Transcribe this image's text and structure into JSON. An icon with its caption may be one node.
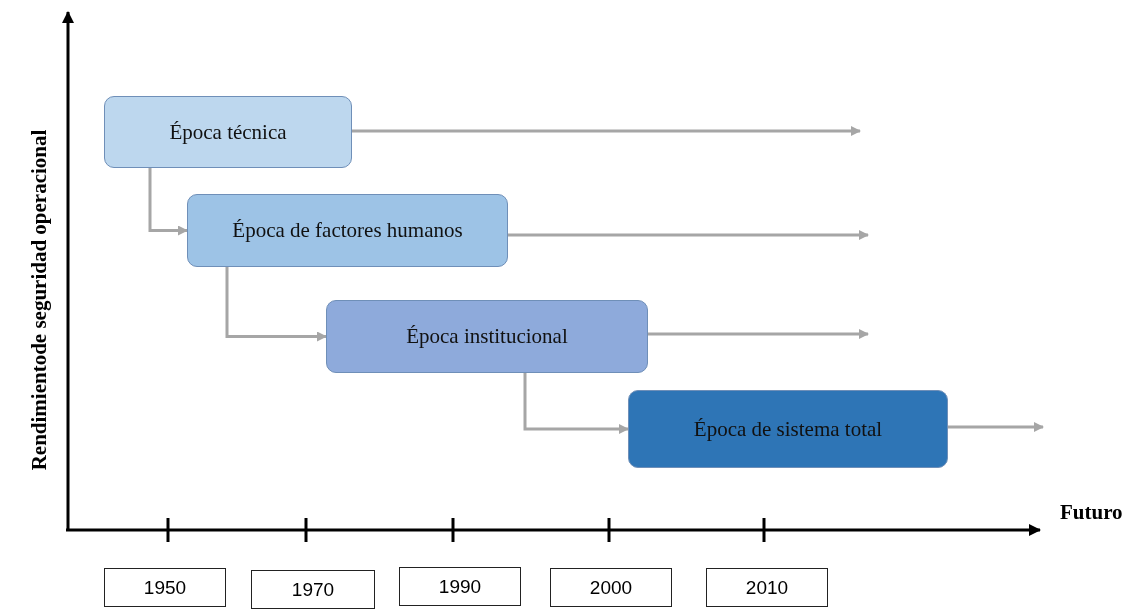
{
  "diagram": {
    "nodes": [
      {
        "text": [
          "Época técnica"
        ]
      },
      {
        "text": [
          "Época de factores humanos"
        ]
      },
      {
        "text": [
          "Época institucional"
        ]
      },
      {
        "text": [
          "Época de sistema total"
        ]
      },
      {
        "text": [
          "1950"
        ]
      },
      {
        "text": [
          "1970"
        ]
      },
      {
        "text": [
          "1990"
        ]
      },
      {
        "text": [
          "2000"
        ]
      },
      {
        "text": [
          "2010"
        ]
      }
    ],
    "edges": [
      {
        "from": 0,
        "to": 1,
        "arrow": "to"
      },
      {
        "from": 1,
        "to": 2,
        "arrow": "to"
      },
      {
        "from": 2,
        "to": 3,
        "arrow": "to"
      },
      {
        "from": 0,
        "to": null,
        "arrow": "to"
      },
      {
        "from": 1,
        "to": null,
        "arrow": "to"
      },
      {
        "from": 2,
        "to": null,
        "arrow": "to"
      },
      {
        "from": 3,
        "to": null,
        "arrow": "to"
      }
    ],
    "labels": [
      "Rendimientode seguridad operacional",
      "Futuro"
    ]
  }
}
